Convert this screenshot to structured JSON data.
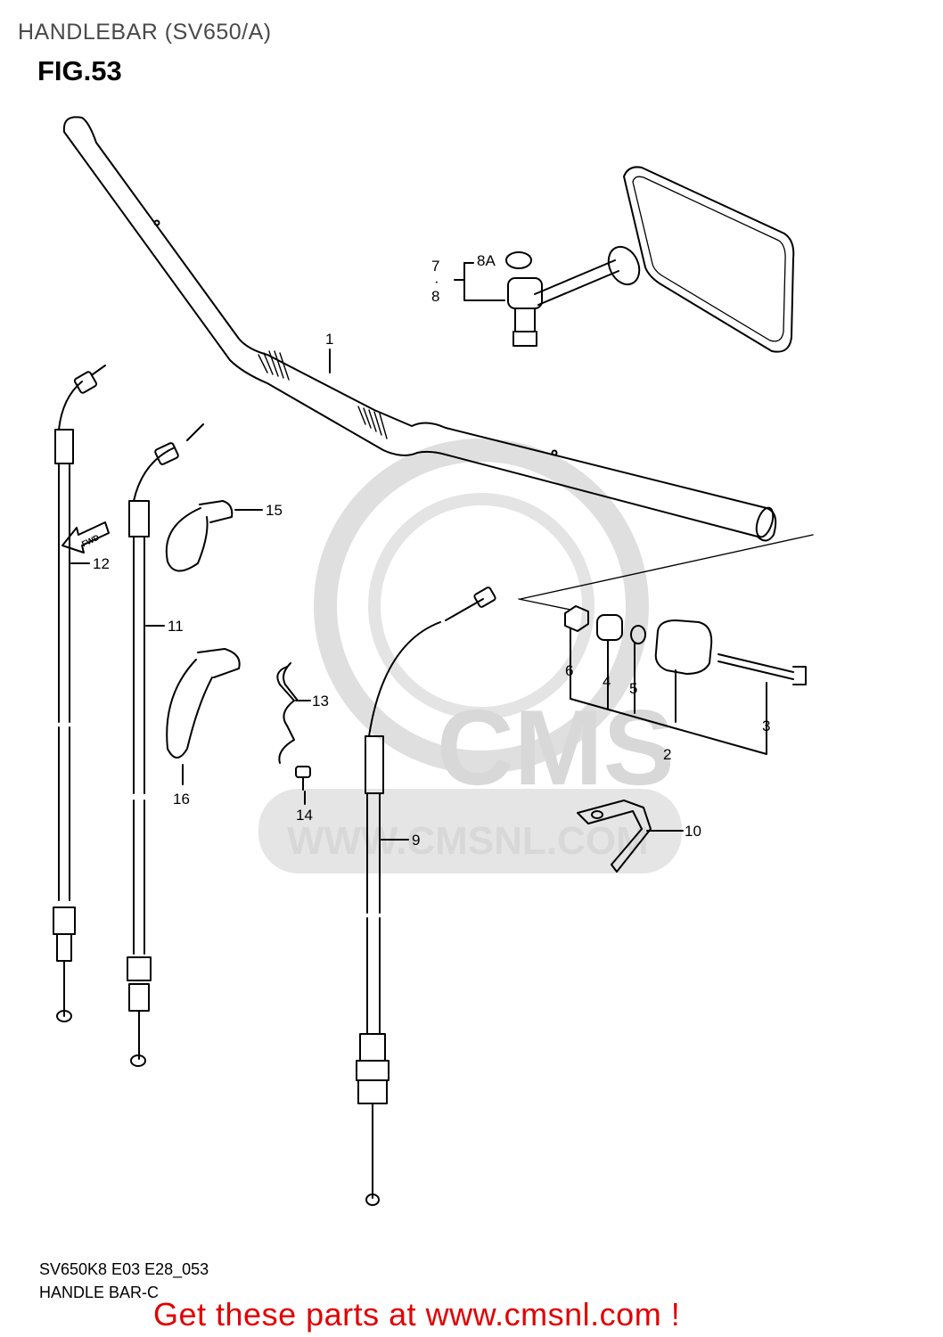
{
  "header": {
    "title": "HANDLEBAR (SV650/A)",
    "figure": "FIG.53"
  },
  "footer": {
    "diagram_code": "SV650K8 E03 E28_053",
    "diagram_name": "HANDLE BAR-C",
    "cta": "Get these parts at www.cmsnl.com !"
  },
  "watermark": {
    "brand": "CMS",
    "url": "WWW.CMSNL.COM"
  },
  "direction_marker": "FWD",
  "callouts": {
    "handlebar": "1",
    "balancer_assy": "2",
    "screw": "3",
    "spacer": "4",
    "washer": "5",
    "nut": "6",
    "mirror_ref_a": "7",
    "mirror_dot": "·",
    "mirror_ref_b": "8",
    "mirror_cap": "8A",
    "clutch_cable": "9",
    "bracket": "10",
    "throttle_cable_1": "11",
    "throttle_cable_2": "12",
    "clamp": "13",
    "bolt": "14",
    "cable_clamp_1": "15",
    "cable_clamp_2": "16"
  }
}
